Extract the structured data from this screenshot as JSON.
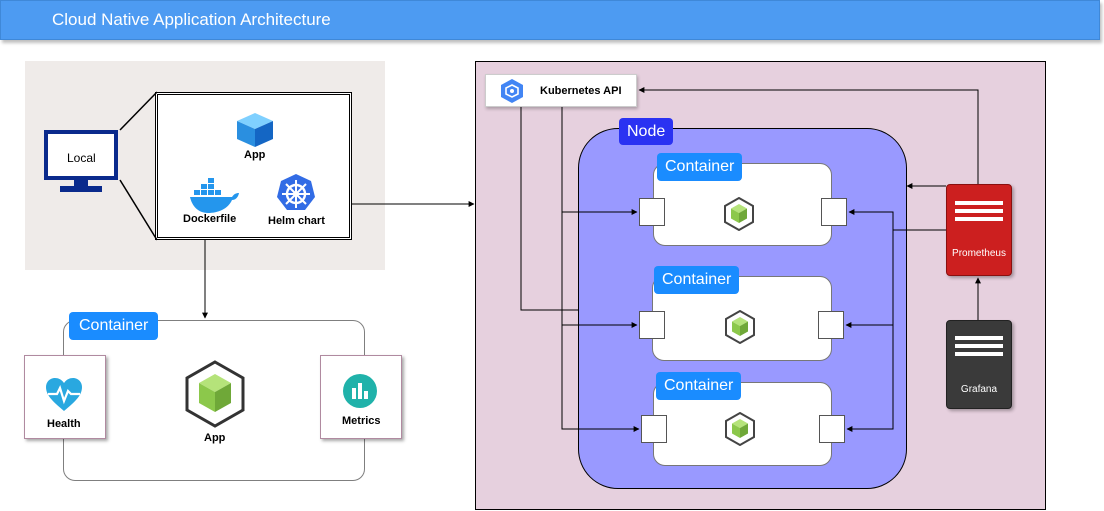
{
  "title": "Cloud Native Application Architecture",
  "local": {
    "label": "Local"
  },
  "bundle": {
    "app_label": "App",
    "dockerfile_label": "Dockerfile",
    "helm_label": "Helm chart"
  },
  "container": {
    "title": "Container",
    "health_label": "Health",
    "app_label": "App",
    "metrics_label": "Metrics"
  },
  "cluster": {
    "api_label": "Kubernetes API",
    "node_label": "Node",
    "containers": [
      {
        "label": "Container"
      },
      {
        "label": "Container"
      },
      {
        "label": "Container"
      }
    ],
    "prometheus_label": "Prometheus",
    "grafana_label": "Grafana"
  },
  "colors": {
    "title_bar": "#4d9bf2",
    "container_pill": "#1a8cff",
    "node_fill": "#9999ff",
    "cluster_fill": "#e6d0de",
    "prometheus": "#cc1f1f",
    "grafana": "#3a3a3a",
    "nodejs_green": "#8cc84b"
  }
}
